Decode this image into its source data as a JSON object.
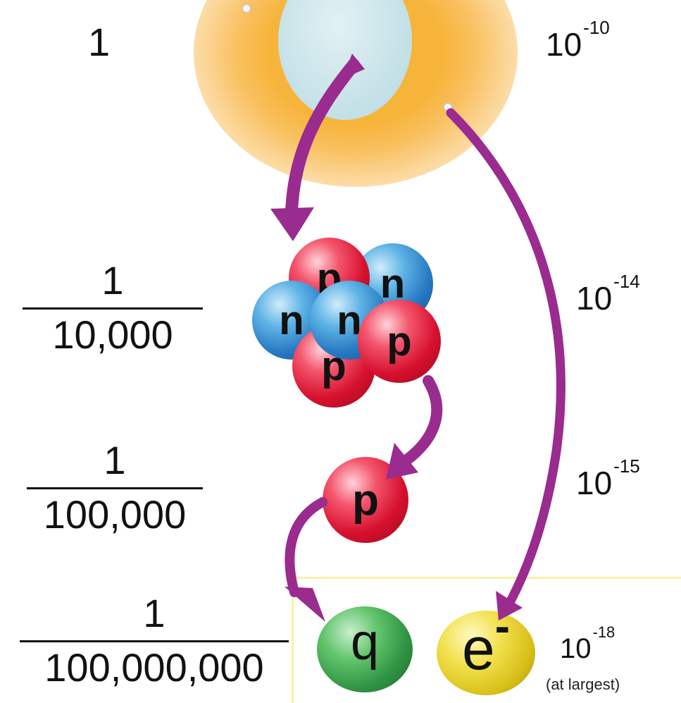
{
  "scale": {
    "row1": {
      "value": "1"
    },
    "row2": {
      "num": "1",
      "den": "10,000"
    },
    "row3": {
      "num": "1",
      "den": "100,000"
    },
    "row4": {
      "num": "1",
      "den": "100,000,000"
    }
  },
  "sizes": {
    "atom": {
      "base": "10",
      "exp": "-10"
    },
    "nucleus": {
      "base": "10",
      "exp": "-14"
    },
    "proton": {
      "base": "10",
      "exp": "-15"
    },
    "quark_electron": {
      "base": "10",
      "exp": "-18",
      "note": "(at largest)"
    }
  },
  "particles": {
    "nucleus": [
      "p",
      "n",
      "n",
      "n",
      "p",
      "p"
    ],
    "proton": "p",
    "quark": "q",
    "electron": "e",
    "electron_sign": "-"
  },
  "colors": {
    "arrow": "#9a2b8f",
    "proton": "#d6102e",
    "neutron": "#2679c2",
    "quark": "#2f9444",
    "electron": "#e0c81e",
    "halo": "#f7b43a"
  }
}
